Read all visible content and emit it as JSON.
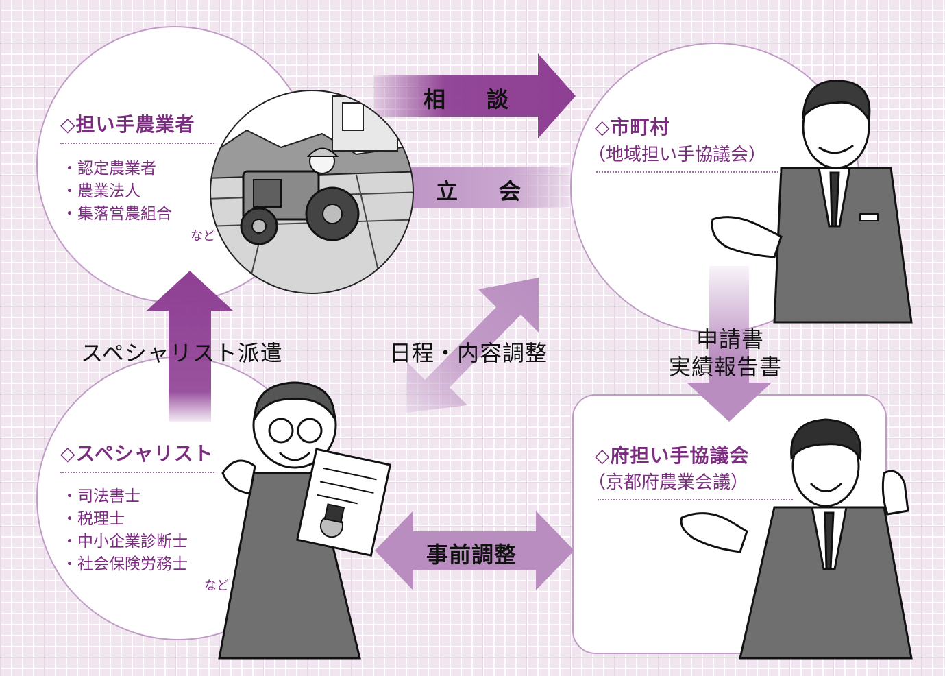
{
  "farmer": {
    "title": "◇担い手農業者",
    "items": [
      "認定農業者",
      "農業法人",
      "集落営農組合"
    ],
    "etc": "など"
  },
  "municipality": {
    "title": "◇市町村",
    "subtitle": "（地域担い手協議会）"
  },
  "specialist": {
    "title": "◇スペシャリスト",
    "items": [
      "司法書士",
      "税理士",
      "中小企業診断士",
      "社会保険労務士"
    ],
    "etc": "など"
  },
  "prefecture": {
    "title": "◇府担い手協議会",
    "subtitle": "（京都府農業会議）"
  },
  "arrows": {
    "consult": "相　談",
    "attend": "立　会",
    "dispatch": "スペシャリスト派遣",
    "schedule": "日程・内容調整",
    "application_line1": "申請書",
    "application_line2": "実績報告書",
    "pre_adjust": "事前調整"
  },
  "colors": {
    "accent": "#7b2d80",
    "arrow_dark": "#8e3f93",
    "arrow_light": "#b98dc0",
    "circle_border": "#c09bc6"
  }
}
